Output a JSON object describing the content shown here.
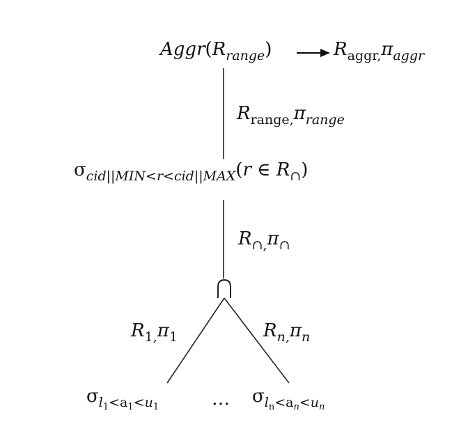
{
  "nodes": {
    "aggr": {
      "fn": "Aggr",
      "open": "(",
      "arg": "R",
      "arg_sub": "range",
      "close": ")"
    },
    "select": {
      "sigma": "σ",
      "cond": "cid||MIN<r<cid||MAX",
      "open": "(",
      "var": "r",
      "member": " ∈ ",
      "set": "R",
      "set_sub": "∩",
      "close": ")"
    }
  },
  "edges": {
    "aggr_output": {
      "r": "R",
      "r_sub": "aggr,",
      "pi": "π",
      "pi_sub": "aggr"
    },
    "range": {
      "r": "R",
      "r_sub": "range,",
      "pi": "π",
      "pi_sub": "range"
    },
    "intersect": {
      "r": "R",
      "r_sub": "∩,",
      "pi": "π",
      "pi_sub": "∩"
    },
    "left": {
      "r": "R",
      "r_sub": "1,",
      "pi": "π",
      "pi_sub": "1"
    },
    "right": {
      "r": "R",
      "r_sub": "n,",
      "pi": "π",
      "pi_sub": "n"
    }
  },
  "leaves": {
    "first": {
      "sigma": "σ",
      "lower": "l",
      "lower_sub": "1",
      "lt1": "<",
      "attr": "a",
      "attr_sub": "1",
      "lt2": "<",
      "upper": "u",
      "upper_sub": "1"
    },
    "ellipsis": "…",
    "last": {
      "sigma": "σ",
      "lower": "l",
      "lower_sub": "n",
      "lt1": "<",
      "attr": "a",
      "attr_sub": "n",
      "lt2": "<",
      "upper": "u",
      "upper_sub": "n"
    }
  }
}
